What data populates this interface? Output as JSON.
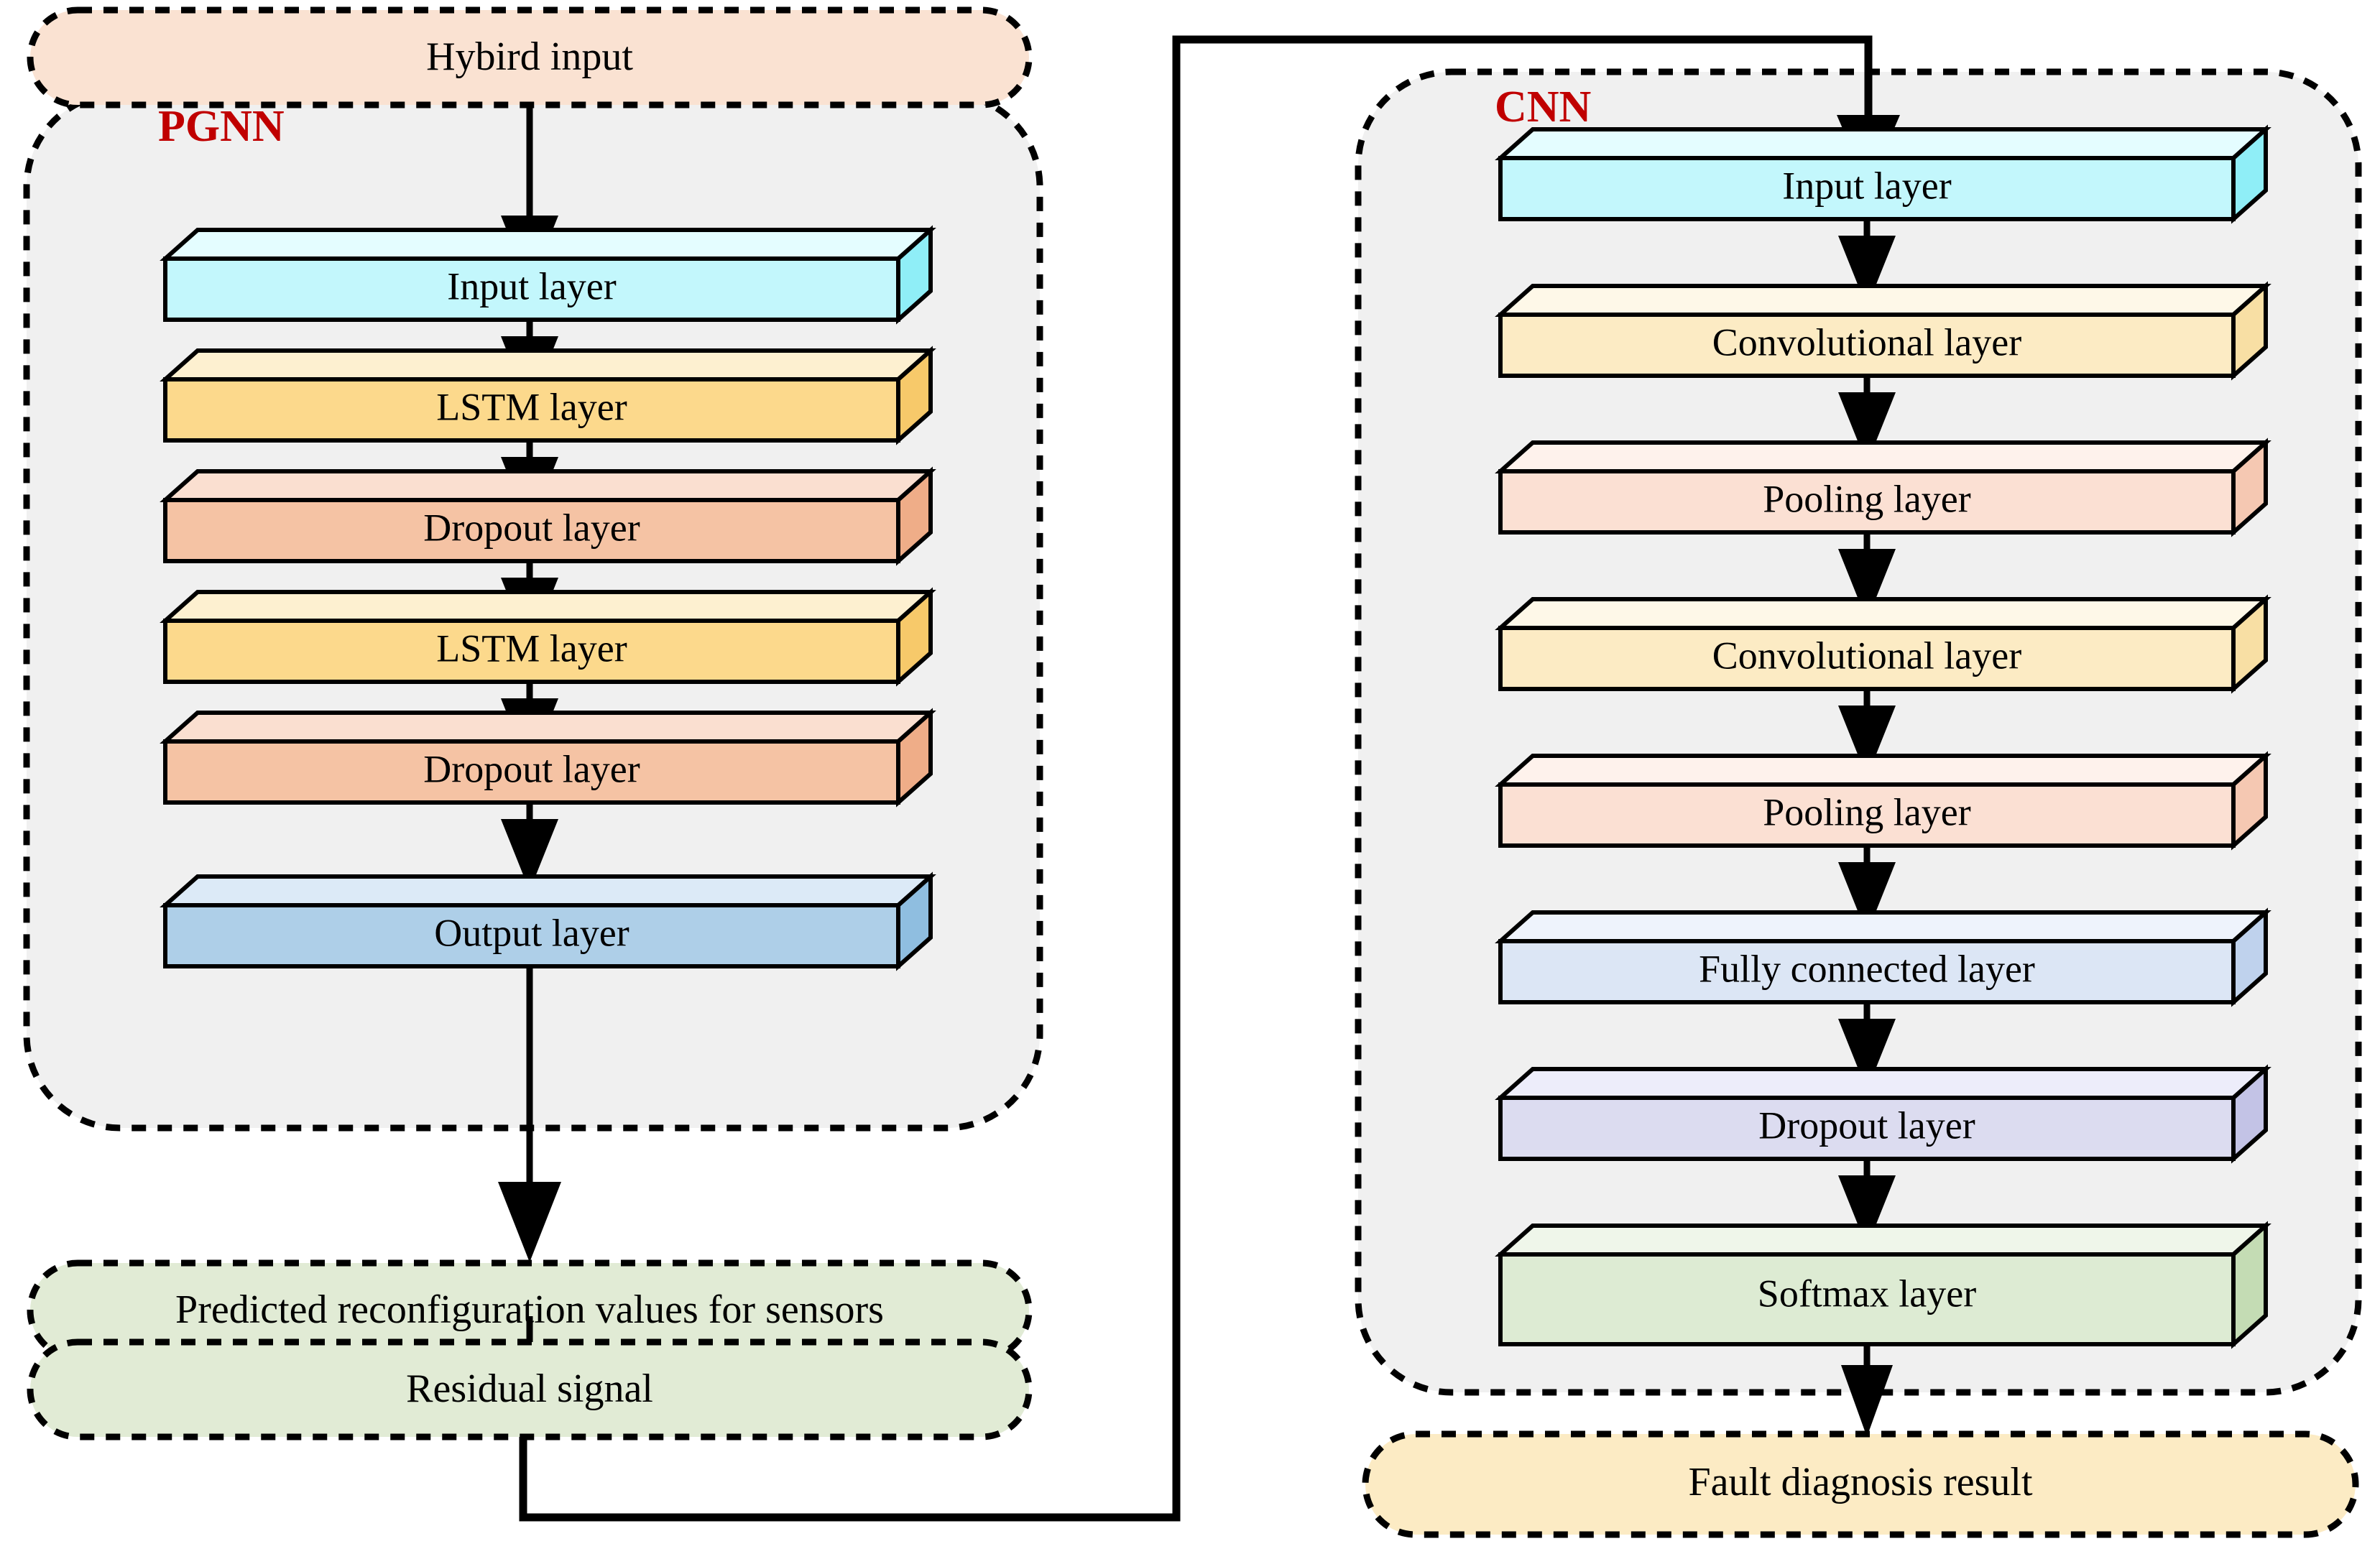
{
  "diagram": {
    "title": "PGNN-CNN fault diagnosis architecture",
    "colors": {
      "panel_fill": "#f0f0f0",
      "group_title": "#C00000",
      "stroke": "#000000",
      "hybrid_input": "#FAE2D2",
      "green_node": "#E1EBD5",
      "result_node": "#FCEBC4"
    }
  },
  "top_node": {
    "label": "Hybird input",
    "fill": "#FAE2D2"
  },
  "pgnn": {
    "title": "PGNN",
    "layers": [
      {
        "label": "Input layer",
        "front": "#C3F7FC",
        "top": "#E4FDFF",
        "side": "#8FEEF7"
      },
      {
        "label": "LSTM layer",
        "front": "#FCD98C",
        "top": "#FDF0D0",
        "side": "#F7C96A"
      },
      {
        "label": "Dropout layer",
        "front": "#F5C3A4",
        "top": "#FADFD0",
        "side": "#EFAD88"
      },
      {
        "label": "LSTM layer",
        "front": "#FCD98C",
        "top": "#FDF0D0",
        "side": "#F7C96A"
      },
      {
        "label": "Dropout layer",
        "front": "#F5C3A4",
        "top": "#FADFD0",
        "side": "#EFAD88"
      },
      {
        "label": "Output layer",
        "front": "#AECFE8",
        "top": "#DCEAF7",
        "side": "#8FBEE0"
      }
    ]
  },
  "cnn": {
    "title": "CNN",
    "layers": [
      {
        "label": "Input layer",
        "front": "#C3F7FC",
        "top": "#E4FDFF",
        "side": "#8FEEF7"
      },
      {
        "label": "Convolutional layer",
        "front": "#FCEBC4",
        "top": "#FEF8E8",
        "side": "#F8DFA4"
      },
      {
        "label": "Pooling layer",
        "front": "#FBE0D3",
        "top": "#FEF2EC",
        "side": "#F5C8B2"
      },
      {
        "label": "Convolutional layer",
        "front": "#FCEBC4",
        "top": "#FEF8E8",
        "side": "#F8DFA4"
      },
      {
        "label": "Pooling layer",
        "front": "#FBE0D3",
        "top": "#FEF2EC",
        "side": "#F5C8B2"
      },
      {
        "label": "Fully connected layer",
        "front": "#DCE6F5",
        "top": "#EEF3FC",
        "side": "#BFD2ED"
      },
      {
        "label": "Dropout layer",
        "front": "#DCDCF0",
        "top": "#EDEDFA",
        "side": "#C3C3E6"
      },
      {
        "label": "Softmax layer",
        "front": "#DDEBD3",
        "top": "#EFF6EA",
        "side": "#C4DCB4"
      }
    ]
  },
  "left_outputs": [
    {
      "label": "Predicted reconfiguration values for sensors",
      "fill": "#E1EBD5"
    },
    {
      "label": "Residual signal",
      "fill": "#E1EBD5"
    }
  ],
  "right_output": {
    "label": "Fault diagnosis result",
    "fill": "#FCEBC4"
  }
}
